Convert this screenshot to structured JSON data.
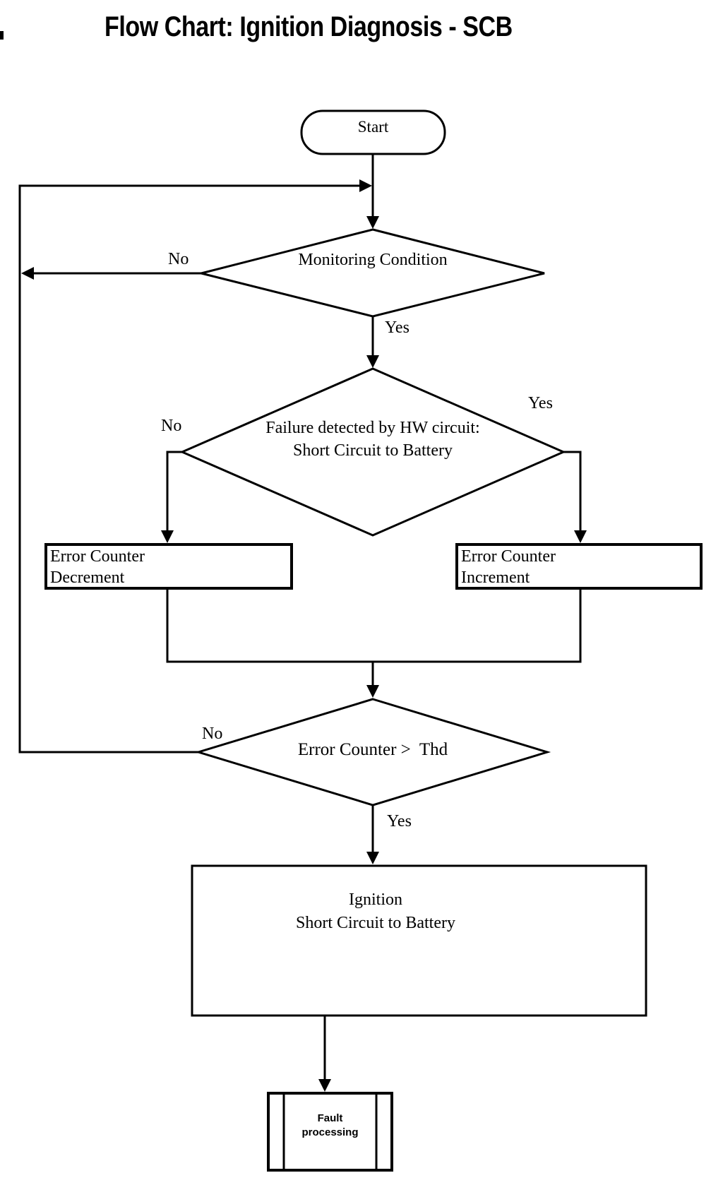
{
  "page": {
    "background": "#ffffff",
    "ink": "#000000"
  },
  "title": {
    "text": "Flow Chart: Ignition Diagnosis - SCB"
  },
  "flowchart": {
    "nodes": {
      "start": {
        "type": "terminator",
        "label": "Start"
      },
      "monitoring": {
        "type": "decision",
        "label": "Monitoring Condition"
      },
      "failure": {
        "type": "decision",
        "line1": "Failure detected by HW circuit:",
        "line2": "Short Circuit to Battery"
      },
      "decrement": {
        "type": "process",
        "line1": "Error Counter",
        "line2": "Decrement"
      },
      "increment": {
        "type": "process",
        "line1": "Error Counter",
        "line2": "Increment"
      },
      "threshold": {
        "type": "decision",
        "label": "Error Counter >  Thd"
      },
      "ignition": {
        "type": "process",
        "line1": "Ignition",
        "line2": "Short Circuit to Battery"
      },
      "fault": {
        "type": "predefined-process",
        "line1": "Fault",
        "line2": "processing"
      }
    },
    "edge_labels": {
      "monitoring_no": "No",
      "monitoring_yes": "Yes",
      "failure_no": "No",
      "failure_yes": "Yes",
      "threshold_no": "No",
      "threshold_yes": "Yes"
    }
  }
}
